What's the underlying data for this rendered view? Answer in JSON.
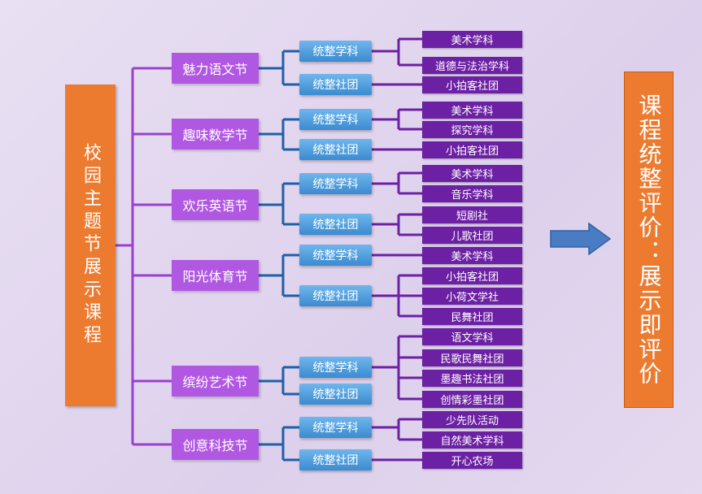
{
  "root_label": "校园主题节展示课程",
  "result_label": "课程统整评价：展示即评价",
  "colors": {
    "orange": "#ec7b30",
    "festival": "#b158e2",
    "blue": "#3b8bd0",
    "leaf": "#6c20a3"
  },
  "festivals": [
    {
      "label": "魅力语文节",
      "groups": [
        {
          "label": "统整学科",
          "leaves": [
            "美术学科",
            "道德与法治学科"
          ]
        },
        {
          "label": "统整社团",
          "leaves": [
            "小拍客社团"
          ]
        }
      ]
    },
    {
      "label": "趣味数学节",
      "groups": [
        {
          "label": "统整学科",
          "leaves": [
            "美术学科",
            "探究学科"
          ]
        },
        {
          "label": "统整社团",
          "leaves": [
            "小拍客社团"
          ]
        }
      ]
    },
    {
      "label": "欢乐英语节",
      "groups": [
        {
          "label": "统整学科",
          "leaves": [
            "美术学科",
            "音乐学科"
          ]
        },
        {
          "label": "统整社团",
          "leaves": [
            "短剧社",
            "儿歌社团"
          ]
        }
      ]
    },
    {
      "label": "阳光体育节",
      "groups": [
        {
          "label": "统整学科",
          "leaves": [
            "美术学科"
          ]
        },
        {
          "label": "统整社团",
          "leaves": [
            "小拍客社团",
            "小荷文学社",
            "民舞社团"
          ]
        }
      ]
    },
    {
      "label": "缤纷艺术节",
      "groups": [
        {
          "label": "统整学科",
          "leaves": [
            "语文学科",
            "民歌民舞社团",
            "墨趣书法社团",
            "创情彩墨社团"
          ]
        },
        {
          "label": "统整社团",
          "leaves": []
        }
      ]
    },
    {
      "label": "创意科技节",
      "groups": [
        {
          "label": "统整学科",
          "leaves": [
            "少先队活动",
            "自然美术学科"
          ]
        },
        {
          "label": "统整社团",
          "leaves": [
            "开心农场"
          ]
        }
      ]
    }
  ]
}
